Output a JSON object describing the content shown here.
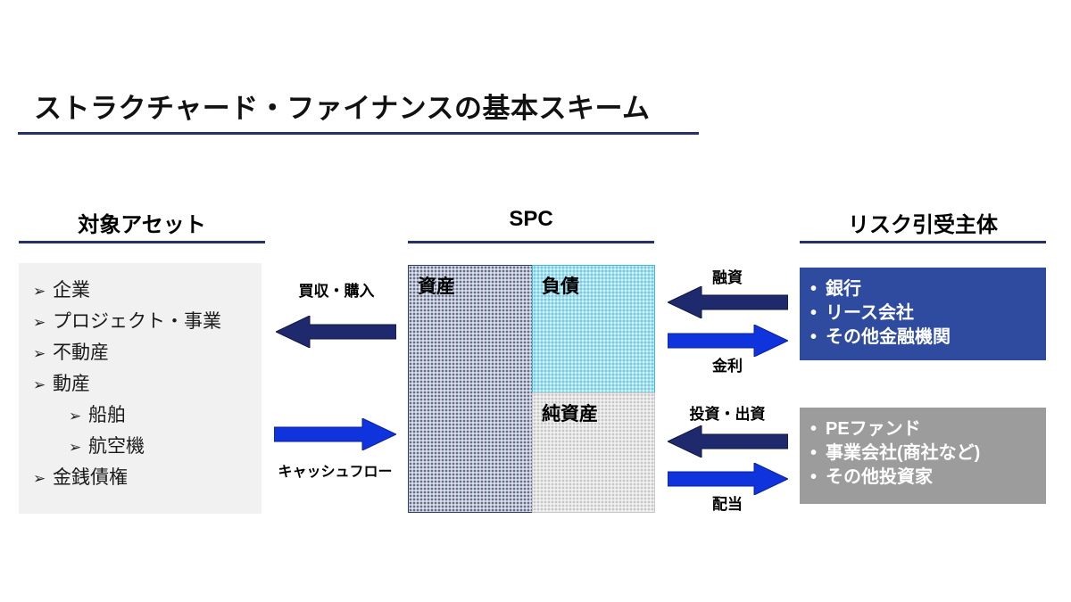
{
  "slide": {
    "title": "ストラクチャード・ファイナンスの基本スキーム",
    "accent_navy": "#26306b",
    "accent_blue": "#0f33dd",
    "box_navy": "#2f4ba0",
    "box_gray": "#9c9c9c"
  },
  "columns": {
    "assets": {
      "header": "対象アセット"
    },
    "spc": {
      "header": "SPC"
    },
    "risk": {
      "header": "リスク引受主体"
    }
  },
  "asset_list": [
    {
      "label": "企業",
      "level": 1,
      "marker": "➢"
    },
    {
      "label": "プロジェクト・事業",
      "level": 1,
      "marker": "➢"
    },
    {
      "label": "不動産",
      "level": 1,
      "marker": "➢"
    },
    {
      "label": "動産",
      "level": 1,
      "marker": "➢"
    },
    {
      "label": "船舶",
      "level": 2,
      "marker": "➢"
    },
    {
      "label": "航空機",
      "level": 2,
      "marker": "➢"
    },
    {
      "label": "金銭債権",
      "level": 1,
      "marker": "➢"
    }
  ],
  "spc_balance_sheet": {
    "assets_label": "資産",
    "liabilities_label": "負債",
    "equity_label": "純資産"
  },
  "lenders_box": {
    "items": [
      "銀行",
      "リース会社",
      "その他金融機関"
    ],
    "marker": "•"
  },
  "investors_box": {
    "items": [
      "PEファンド",
      "事業会社(商社など)",
      "その他投資家"
    ],
    "marker": "•"
  },
  "flows": {
    "acquire": {
      "label": "買収・購入",
      "direction": "left",
      "color": "#1f2a6e"
    },
    "cashflow": {
      "label": "キャッシュフロー",
      "direction": "right",
      "color": "#0f33dd"
    },
    "loan": {
      "label": "融資",
      "direction": "left",
      "color": "#1f2a6e"
    },
    "interest": {
      "label": "金利",
      "direction": "right",
      "color": "#0f33dd"
    },
    "investment": {
      "label": "投資・出資",
      "direction": "left",
      "color": "#1f2a6e"
    },
    "dividend": {
      "label": "配当",
      "direction": "right",
      "color": "#0f33dd"
    }
  }
}
